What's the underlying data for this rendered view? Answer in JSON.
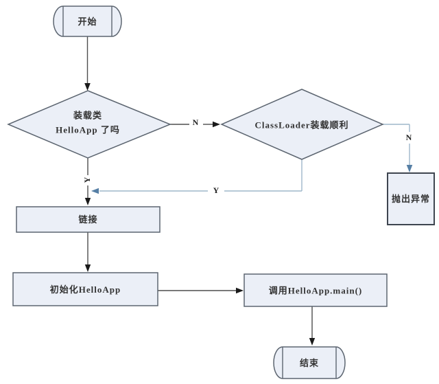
{
  "diagram": {
    "type": "flowchart",
    "background": "#ffffff",
    "nodes": {
      "start": {
        "shape": "terminator",
        "label": "开始"
      },
      "load_check": {
        "shape": "decision",
        "line1": "装载类",
        "line2": "HelloApp 了吗"
      },
      "classloader_check": {
        "shape": "decision",
        "label": "ClassLoader装载顺利"
      },
      "throw_exception": {
        "shape": "process",
        "label": "抛出异常"
      },
      "link": {
        "shape": "process",
        "label": "链接"
      },
      "init_helloapp": {
        "shape": "process",
        "label": "初始化HelloApp"
      },
      "call_main": {
        "shape": "process",
        "label": "调用HelloApp.main()"
      },
      "end": {
        "shape": "terminator",
        "label": "结束"
      }
    },
    "edges": {
      "load_check_no": {
        "label": "N"
      },
      "load_check_yes": {
        "label": "Y"
      },
      "classloader_yes": {
        "label": "Y"
      },
      "classloader_no": {
        "label": "N"
      }
    },
    "colors": {
      "node_fill": "#ebeff7",
      "node_border": "#5c6570",
      "connector_dark": "#4d4d4d",
      "connector_blue": "#9eb7ca",
      "arrow_dark": "#1a1a1a",
      "arrow_blue": "#567fa5",
      "text": "#333333"
    }
  }
}
